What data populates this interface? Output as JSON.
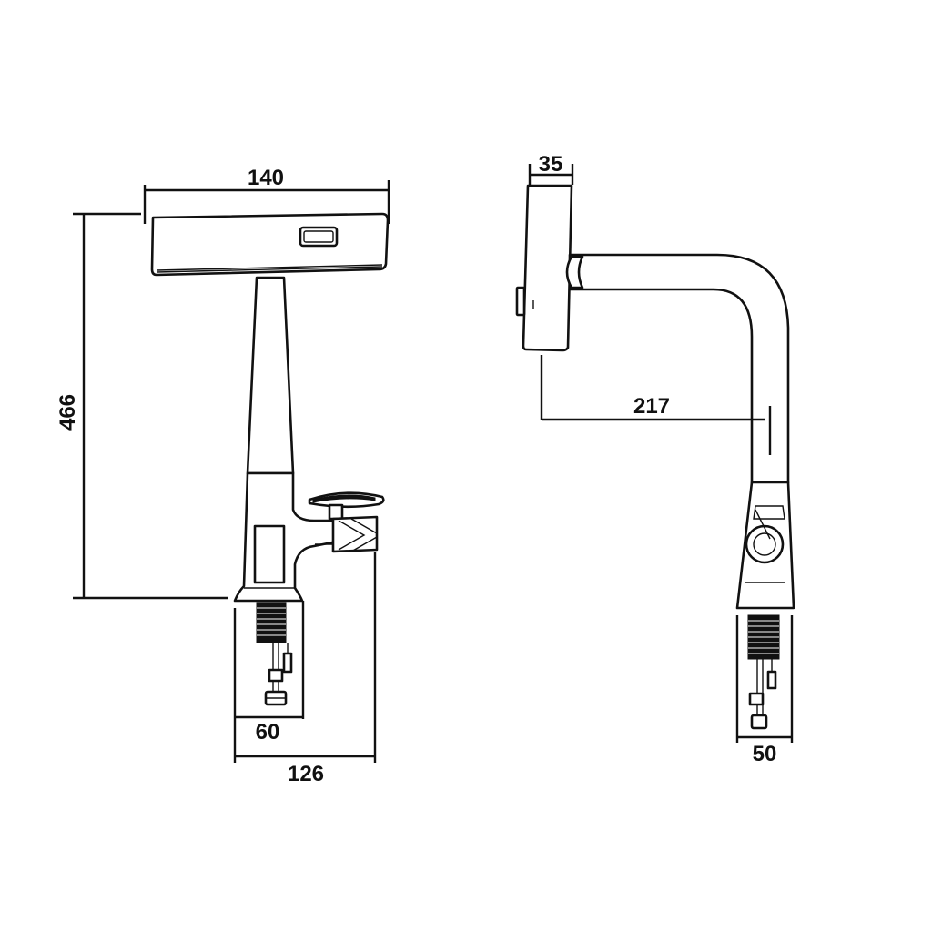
{
  "dimensions": {
    "front_width": "140",
    "total_height": "466",
    "base_60": "60",
    "base_126": "126",
    "side_head": "35",
    "side_reach": "217",
    "side_base": "50"
  },
  "colors": {
    "line": "#111111",
    "background": "#ffffff"
  }
}
